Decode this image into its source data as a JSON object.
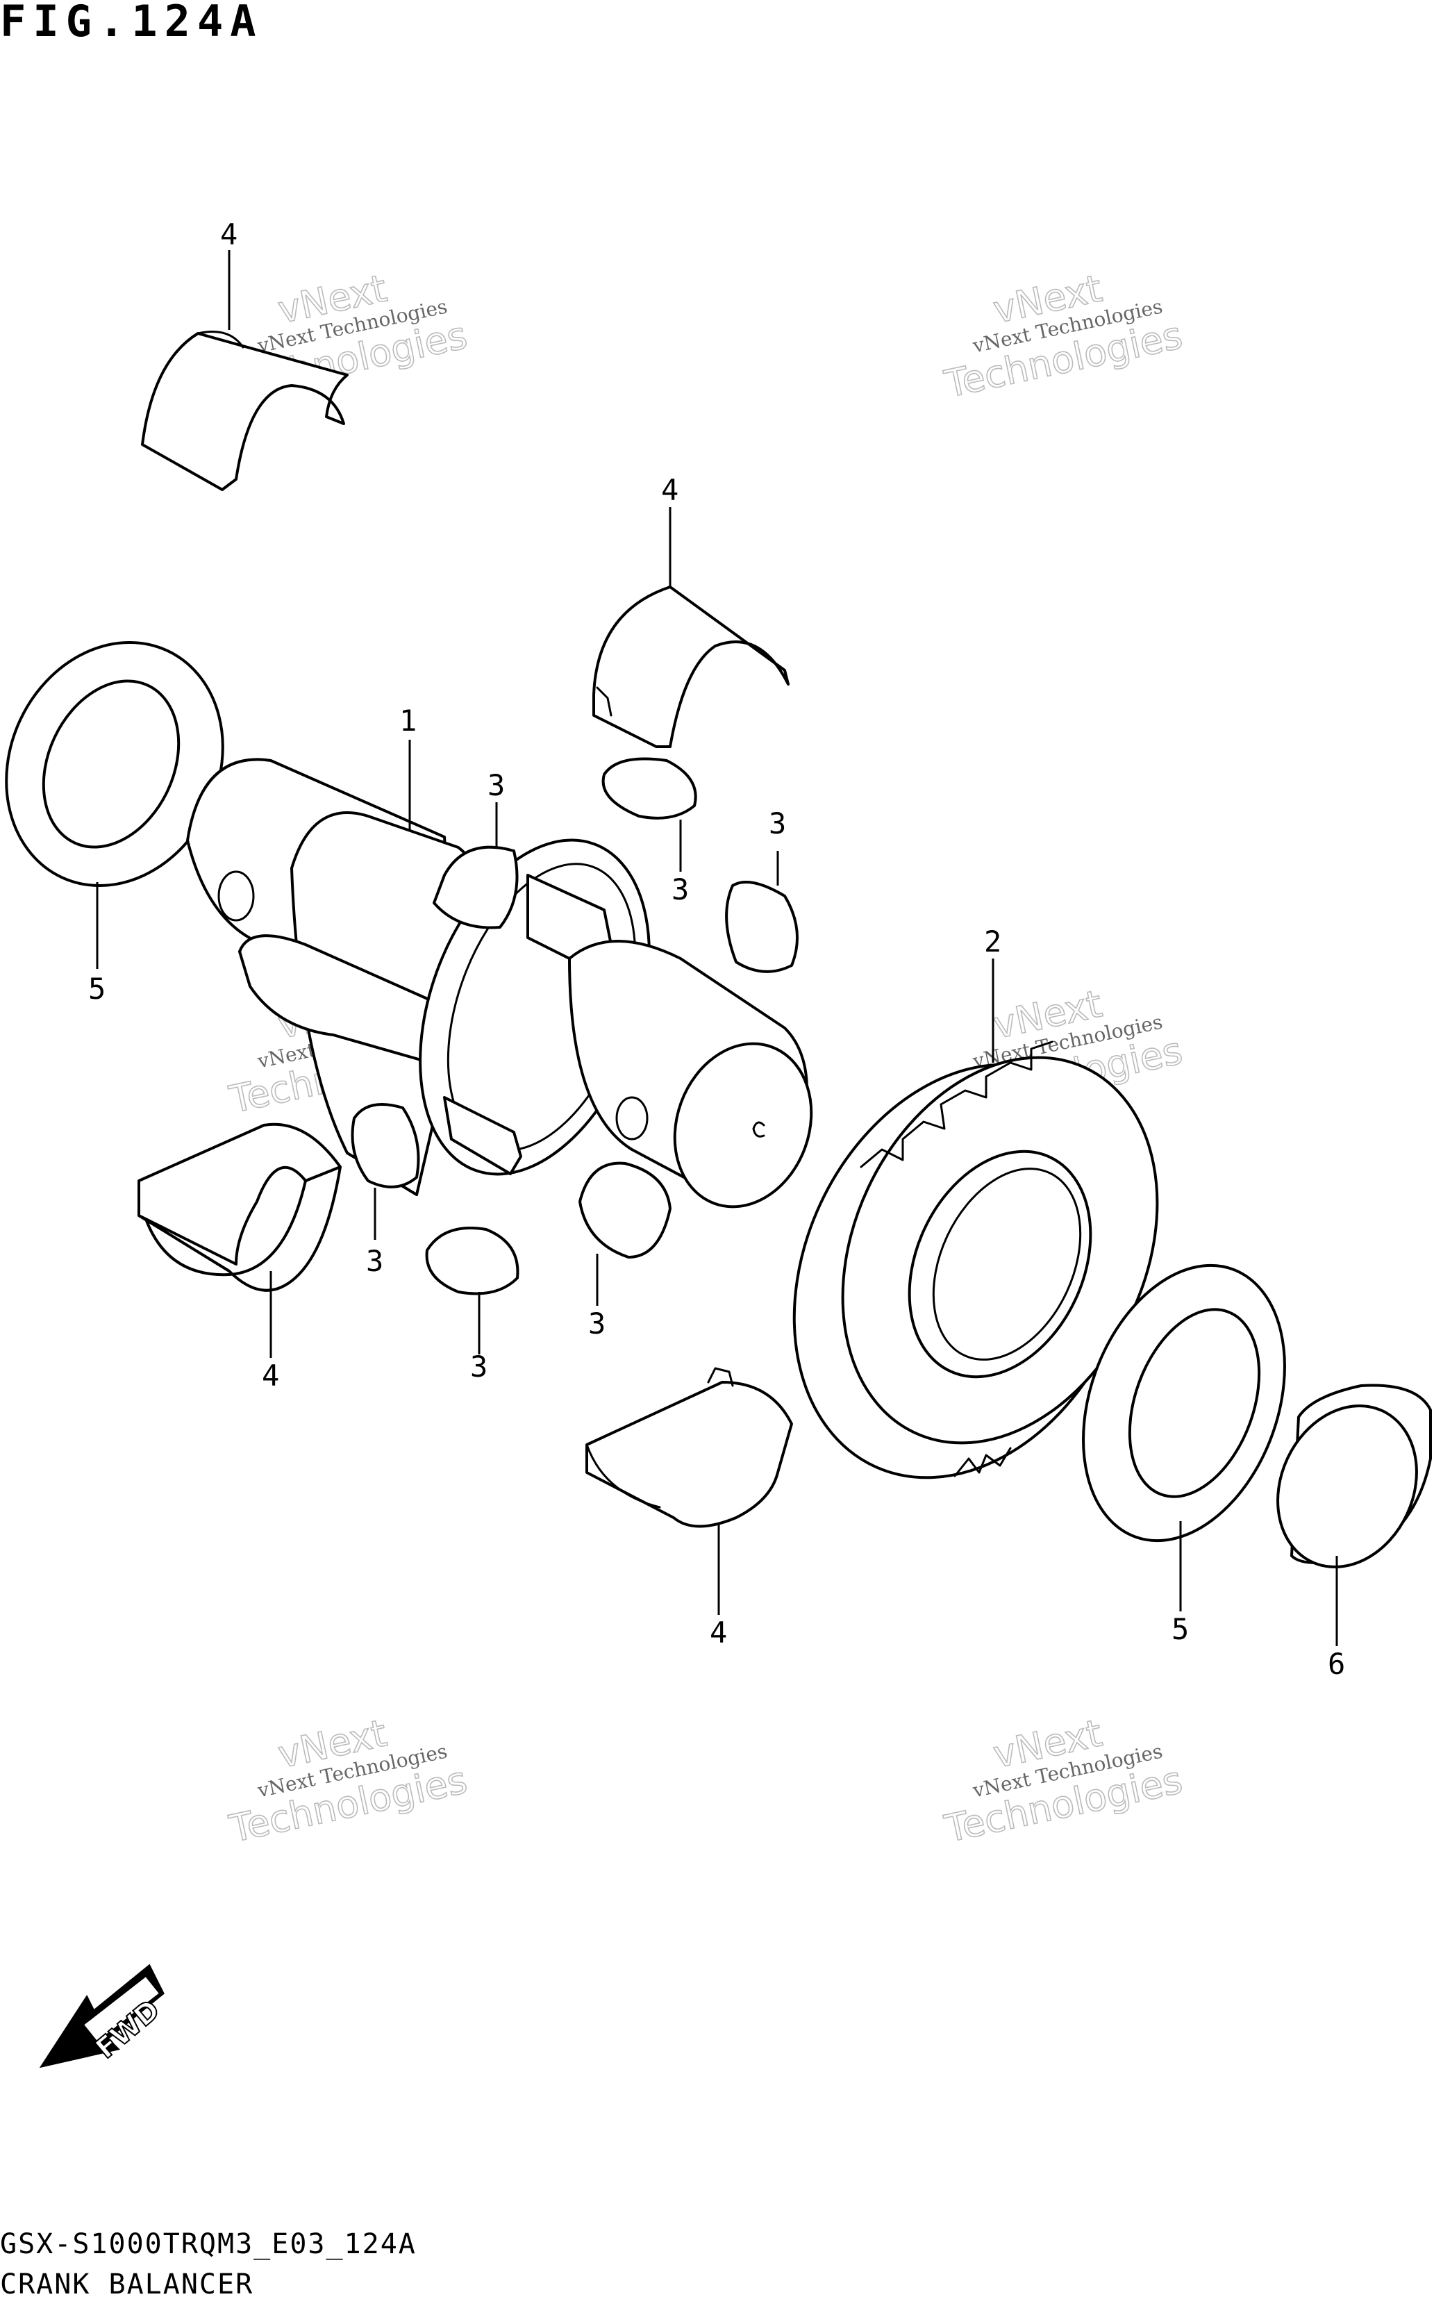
{
  "figure": {
    "title": "FIG.124A",
    "code": "GSX-S1000TRQM3_E03_124A",
    "name": "CRANK BALANCER"
  },
  "callouts": {
    "shaft": "1",
    "gear": "2",
    "weight_a": "3",
    "weight_b": "3",
    "weight_c": "3",
    "weight_d": "3",
    "weight_e": "3",
    "bearing_top_left": "4",
    "bearing_top_mid": "4",
    "bearing_low_left": "4",
    "bearing_low_mid": "4",
    "washer_left": "5",
    "washer_right": "5",
    "cap": "6"
  },
  "watermark": {
    "line1": "vNext Technologies",
    "line2": "vNext",
    "line3": "Technologies"
  },
  "fwd_label": "FWD",
  "colors": {
    "ink": "#000000",
    "watermark": "#bbbbbb",
    "background": "#ffffff"
  }
}
